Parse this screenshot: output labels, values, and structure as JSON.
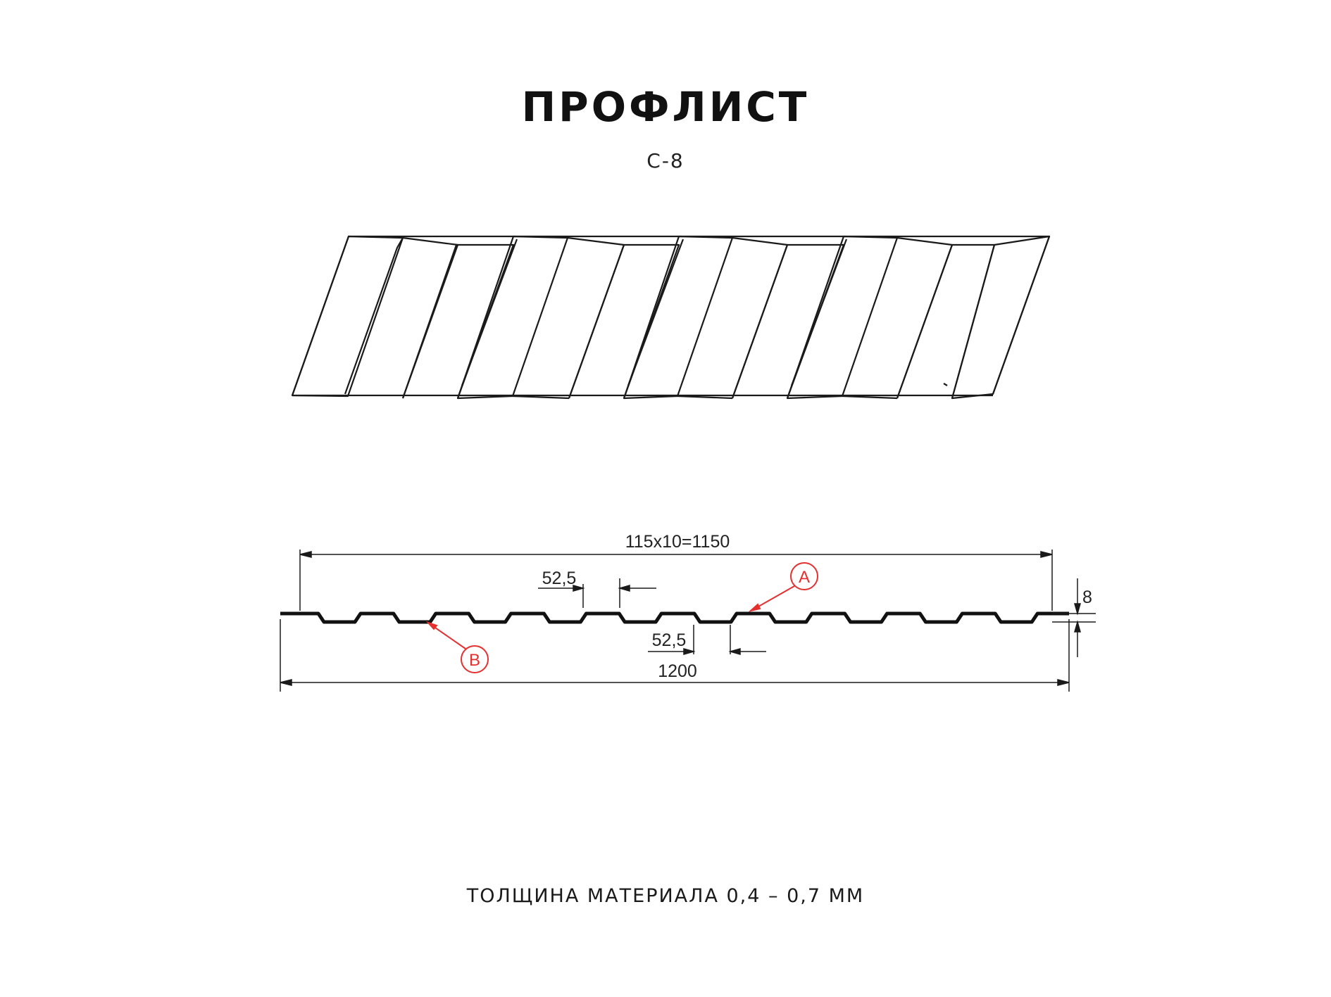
{
  "title": "ПРОФЛИСТ",
  "subtitle": "С-8",
  "dimensions": {
    "total_working": "115x10=1150",
    "full_width": "1200",
    "top_shelf": "52,5",
    "bottom_shelf": "52,5",
    "height": "8"
  },
  "markers": {
    "a": "A",
    "b": "B"
  },
  "footer": "ТОЛЩИНА МАТЕРИАЛА 0,4 – 0,7 ММ",
  "colors": {
    "line": "#1a1a1a",
    "profile": "#111111",
    "marker": "#e53030"
  }
}
